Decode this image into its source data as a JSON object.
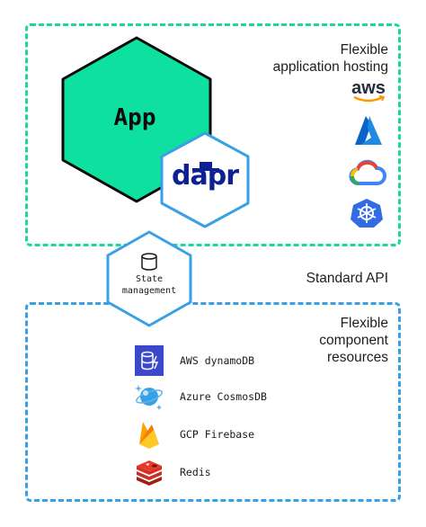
{
  "hosting": {
    "title_line1": "Flexible",
    "title_line2": "application hosting"
  },
  "app": {
    "label": "App"
  },
  "dapr": {
    "label": "dapr"
  },
  "state": {
    "line1": "State",
    "line2": "management"
  },
  "api": {
    "label": "Standard API"
  },
  "components_section": {
    "line1": "Flexible",
    "line2": "component",
    "line3": "resources"
  },
  "hosting_icons": [
    "aws-icon",
    "azure-icon",
    "google-cloud-icon",
    "kubernetes-icon"
  ],
  "aws": {
    "text": "aws"
  },
  "components": [
    {
      "name": "AWS dynamoDB",
      "icon": "dynamodb-icon"
    },
    {
      "name": "Azure CosmosDB",
      "icon": "cosmosdb-icon"
    },
    {
      "name": "GCP Firebase",
      "icon": "firebase-icon"
    },
    {
      "name": "Redis",
      "icon": "redis-icon"
    }
  ],
  "colors": {
    "green": "#1ed7a0",
    "blue": "#3aa0e6",
    "app_hex": "#0ee0a0",
    "dapr_navy": "#0d2192"
  }
}
